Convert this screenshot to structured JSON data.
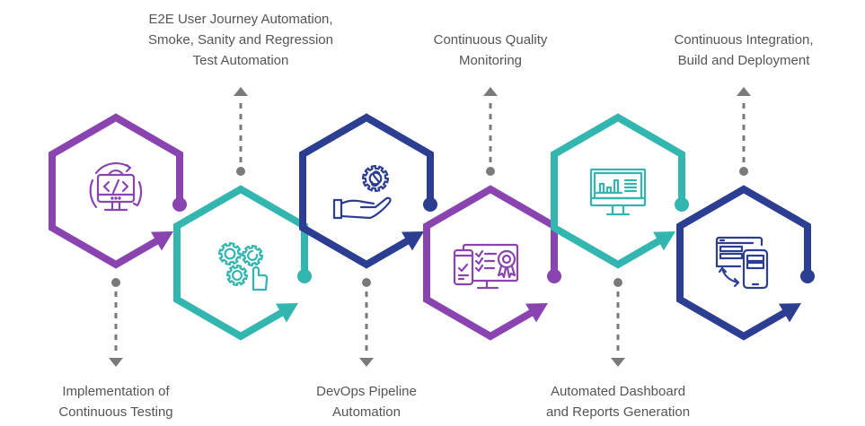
{
  "diagram": {
    "type": "process-flow",
    "colors": {
      "purple": "#8a44b0",
      "teal": "#33b5b0",
      "navy": "#2c3e92",
      "connector": "#7a7a7a",
      "text": "#555555"
    },
    "steps": [
      {
        "id": 1,
        "color": "purple",
        "icon": "code-monitor-cycle-icon",
        "label_position": "bottom",
        "label_lines": [
          "Implementation of",
          "Continuous Testing"
        ]
      },
      {
        "id": 2,
        "color": "teal",
        "icon": "gears-hand-icon",
        "label_position": "top",
        "label_lines": [
          "E2E User Journey Automation,",
          "Smoke, Sanity and Regression",
          "Test Automation"
        ]
      },
      {
        "id": 3,
        "color": "navy",
        "icon": "hand-gear-dollar-icon",
        "label_position": "bottom",
        "label_lines": [
          "DevOps Pipeline",
          "Automation"
        ]
      },
      {
        "id": 4,
        "color": "purple",
        "icon": "checklist-certificate-monitor-icon",
        "label_position": "top",
        "label_lines": [
          "Continuous Quality",
          "Monitoring"
        ]
      },
      {
        "id": 5,
        "color": "teal",
        "icon": "dashboard-monitor-icon",
        "label_position": "bottom",
        "label_lines": [
          "Automated Dashboard",
          "and Reports Generation"
        ]
      },
      {
        "id": 6,
        "color": "navy",
        "icon": "browser-mobile-sync-icon",
        "label_position": "top",
        "label_lines": [
          "Continuous Integration,",
          "Build and Deployment"
        ]
      }
    ]
  }
}
